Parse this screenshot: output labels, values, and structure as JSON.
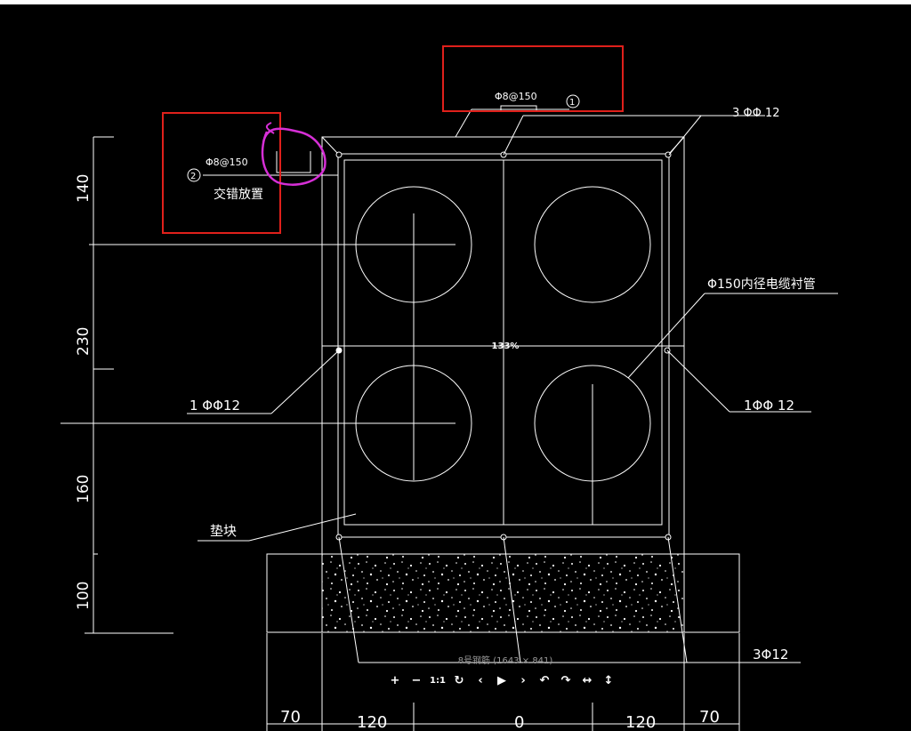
{
  "viewer": {
    "zoom_text": "133%",
    "image_info": "8号钢筋 (1643 × 841)",
    "toolbar": [
      {
        "name": "zoom-in-button",
        "glyph": "+"
      },
      {
        "name": "zoom-out-button",
        "glyph": "−"
      },
      {
        "name": "actual-size-button",
        "glyph": "1:1"
      },
      {
        "name": "rotate-button",
        "glyph": "↻"
      },
      {
        "name": "previous-button",
        "glyph": "‹"
      },
      {
        "name": "play-button",
        "glyph": "▶"
      },
      {
        "name": "next-button",
        "glyph": "›"
      },
      {
        "name": "undo-button",
        "glyph": "↶"
      },
      {
        "name": "redo-button",
        "glyph": "↷"
      },
      {
        "name": "flip-horizontal-button",
        "glyph": "↔"
      },
      {
        "name": "flip-vertical-button",
        "glyph": "↕"
      }
    ]
  },
  "drawing": {
    "label_top_stirrup": "Φ8@150",
    "mark_1": "1",
    "label_top_right_rebar": "3 ΦΦ 12",
    "label_left_stirrup": "Φ8@150",
    "mark_2": "2",
    "label_staggered": "交错放置",
    "label_conduit": "Φ150内径电缆衬管",
    "label_left_rebar": "1 ΦΦ12",
    "label_right_rebar": "1ΦΦ 12",
    "label_block": "垫块",
    "label_bottom_rebar": "3Φ12",
    "dim_140": "140",
    "dim_230": "230",
    "dim_160": "160",
    "dim_100": "100",
    "dim_70_left": "70",
    "dim_120_left": "120",
    "dim_center": "0",
    "dim_120_right": "120",
    "dim_70_right": "70"
  },
  "colors": {
    "background": "#000000",
    "line": "#ffffff",
    "highlight_box": "#e0201b",
    "annotation_circle": "#d62fd6"
  }
}
